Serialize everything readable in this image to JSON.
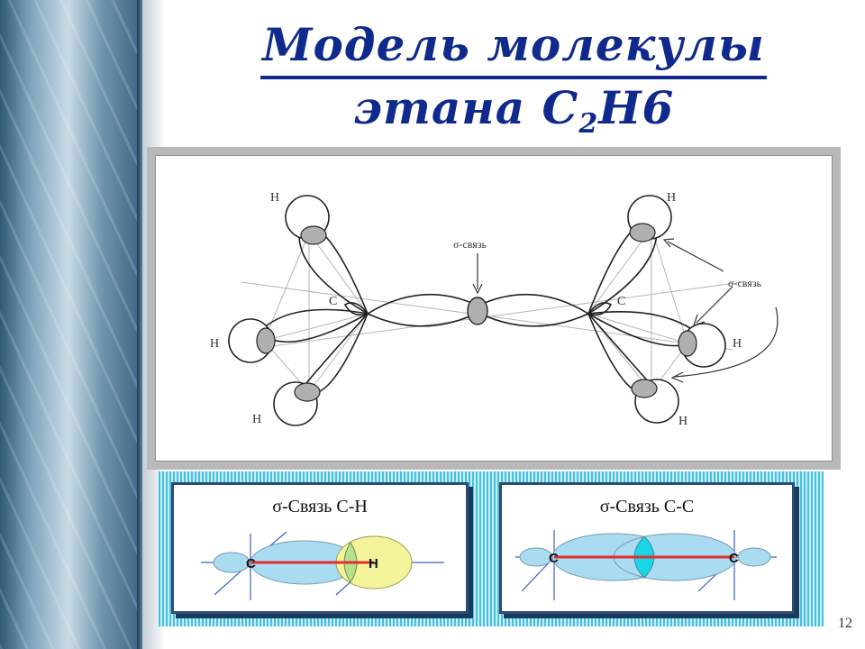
{
  "title": {
    "prefix": "Модель молекулы",
    "line2": "этана С",
    "subscript": "2",
    "suffix": "Н6"
  },
  "diagram": {
    "sigma_bond_center": "σ-связь",
    "sigma_bond_right": "σ-связь",
    "left_carbon": "C",
    "right_carbon": "C",
    "h_top_left": "H",
    "h_mid_left": "H",
    "h_bottom_left": "H",
    "h_top_right": "H",
    "h_mid_right": "H",
    "h_bottom_right": "H"
  },
  "card_ch": {
    "title": "σ-Связь С-Н",
    "atom_c": "C",
    "atom_h": "H"
  },
  "card_cc": {
    "title": "σ-Связь С-С",
    "atom_c1": "C",
    "atom_c2": "C"
  },
  "page_number": "12",
  "colors": {
    "title": "#0f2a8c",
    "orbital_blue": "#a9dcf0",
    "orbital_yellow": "#f4f49a",
    "overlap_green": "#b6e08a",
    "overlap_cyan": "#17d6e6",
    "bond_line": "#e0302e",
    "panel_stripe": "#46c0e0"
  }
}
